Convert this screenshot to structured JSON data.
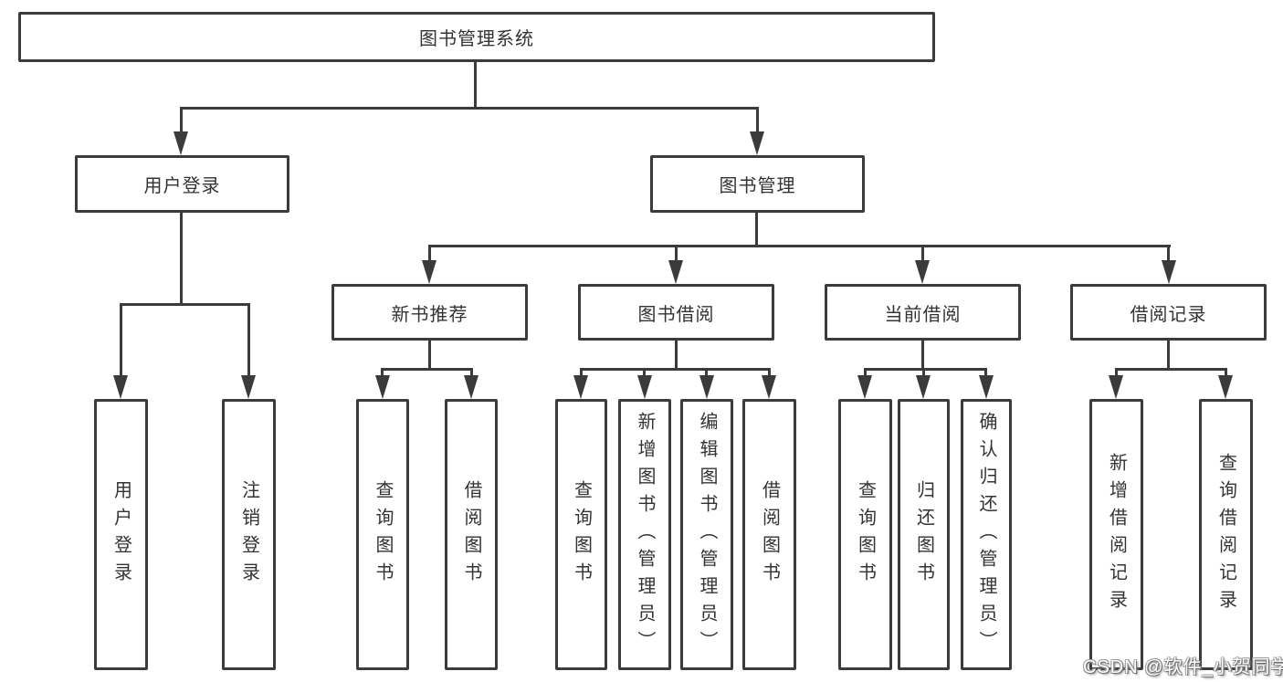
{
  "colors": {
    "line": "#3b3b3b",
    "text": "#333333",
    "box_bg": "#ffffff"
  },
  "watermark": {
    "text": "CSDN @软件_小贺同学"
  },
  "tree": {
    "root": {
      "label": "图书管理系统"
    },
    "branches": [
      {
        "label": "用户登录",
        "children": [
          {
            "label": "用户登录"
          },
          {
            "label": "注销登录"
          }
        ]
      },
      {
        "label": "图书管理",
        "groups": [
          {
            "label": "新书推荐",
            "children": [
              {
                "label": "查询图书"
              },
              {
                "label": "借阅图书"
              }
            ]
          },
          {
            "label": "图书借阅",
            "children": [
              {
                "label": "查询图书"
              },
              {
                "label": "新增图书（管理员）"
              },
              {
                "label": "编辑图书（管理员）"
              },
              {
                "label": "借阅图书"
              }
            ]
          },
          {
            "label": "当前借阅",
            "children": [
              {
                "label": "查询图书"
              },
              {
                "label": "归还图书"
              },
              {
                "label": "确认归还（管理员）"
              }
            ]
          },
          {
            "label": "借阅记录",
            "children": [
              {
                "label": "新增借阅记录"
              },
              {
                "label": "查询借阅记录"
              }
            ]
          }
        ]
      }
    ]
  }
}
